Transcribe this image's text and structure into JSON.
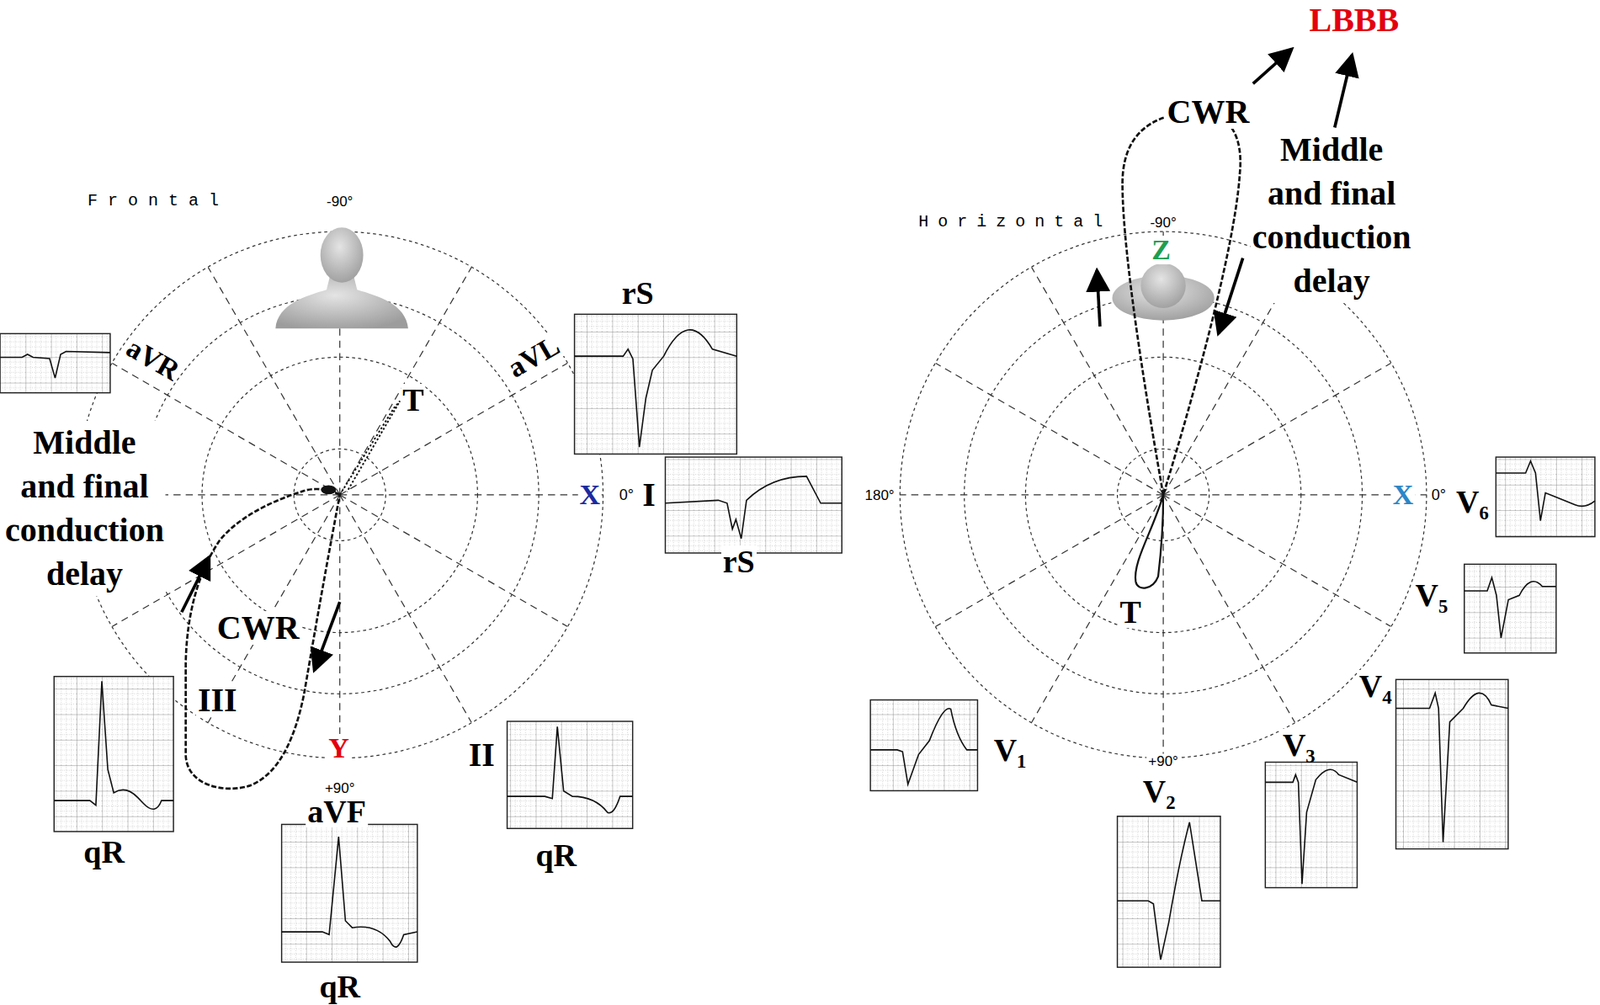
{
  "diagram": {
    "labels": [
      "LBBB",
      "CWR",
      "Middle and final conduction delay",
      "Frontal",
      "-90°",
      "Horizontal",
      "-90°",
      "Z",
      "aVR",
      "aVL",
      "rS",
      "Middle and final conduction delay",
      "T",
      "X",
      "0°",
      "I",
      "rS",
      "180°",
      "X",
      "0°",
      "V₆",
      "T",
      "CWR",
      "V₅",
      "V₄",
      "III",
      "Y",
      "II",
      "V₁",
      "V₃",
      "+90°",
      "+90°",
      "aVF",
      "V₂",
      "qR",
      "qR",
      "qR"
    ]
  }
}
